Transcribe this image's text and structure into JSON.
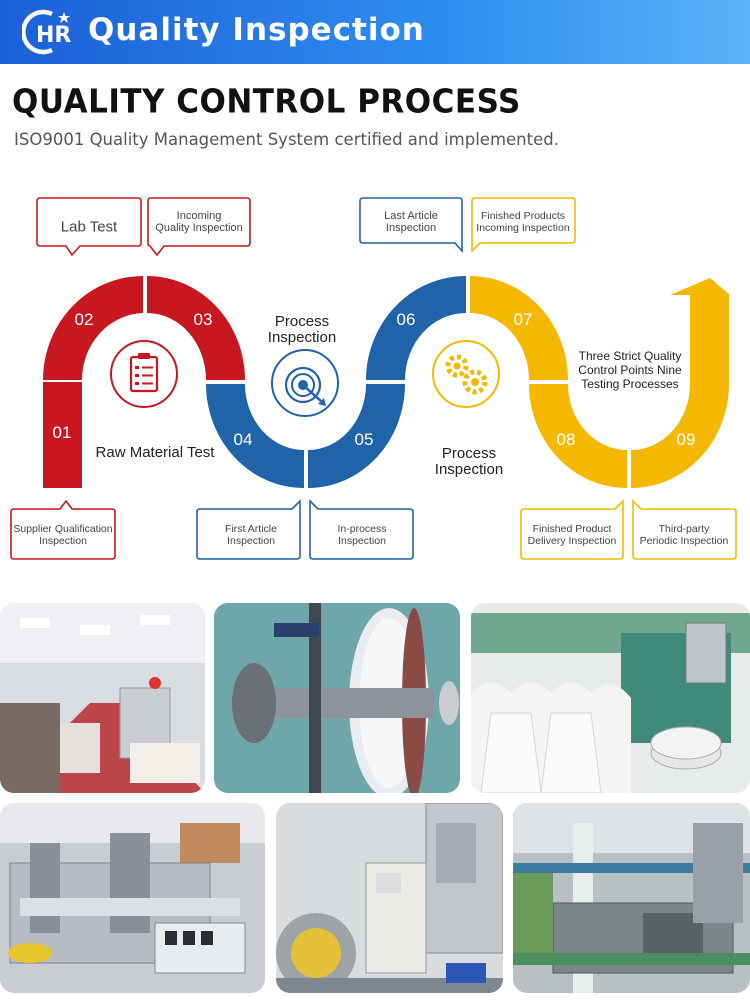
{
  "header": {
    "logo_text": "HR",
    "title": "Quality Inspection"
  },
  "heading": "QUALITY CONTROL PROCESS",
  "subheading": "ISO9001 Quality Management System certified and implemented.",
  "process": {
    "steps": [
      {
        "num": "01",
        "color": "#c8171e"
      },
      {
        "num": "02",
        "color": "#c8171e"
      },
      {
        "num": "03",
        "color": "#c8171e"
      },
      {
        "num": "04",
        "color": "#1f64a8"
      },
      {
        "num": "05",
        "color": "#1f64a8"
      },
      {
        "num": "06",
        "color": "#1f64a8"
      },
      {
        "num": "07",
        "color": "#f5b800"
      },
      {
        "num": "08",
        "color": "#f5b800"
      },
      {
        "num": "09",
        "color": "#f5b800"
      }
    ],
    "callouts": [
      {
        "label": "Lab Test",
        "color": "#c8171e"
      },
      {
        "label": "Incoming\nQuality Inspection",
        "color": "#c8171e"
      },
      {
        "label": "Last Article\nInspection",
        "color": "#1f64a8"
      },
      {
        "label": "Finished Products\nIncoming Inspection",
        "color": "#f5b800"
      },
      {
        "label": "Supplier Qualification\nInspection",
        "color": "#c8171e"
      },
      {
        "label": "First Article\nInspection",
        "color": "#1f64a8"
      },
      {
        "label": "In-process\nInspection",
        "color": "#1f64a8"
      },
      {
        "label": "Finished Product\nDelivery Inspection",
        "color": "#f5b800"
      },
      {
        "label": "Third-party\nPeriodic Inspection",
        "color": "#f5b800"
      }
    ],
    "labels": {
      "raw_material": "Raw Material Test",
      "process_top": "Process\nInspection",
      "process_bottom": "Process\nInspection",
      "summary": "Three Strict Quality\nControl Points Nine\nTesting Processes"
    },
    "icons": [
      "clipboard-icon",
      "target-icon",
      "gears-icon"
    ]
  },
  "photos": [
    {
      "name": "workshop-photo"
    },
    {
      "name": "spool-machine-photo"
    },
    {
      "name": "material-bags-photo"
    },
    {
      "name": "assembly-line-photo"
    },
    {
      "name": "coil-feeder-photo"
    },
    {
      "name": "extrusion-line-photo"
    }
  ]
}
